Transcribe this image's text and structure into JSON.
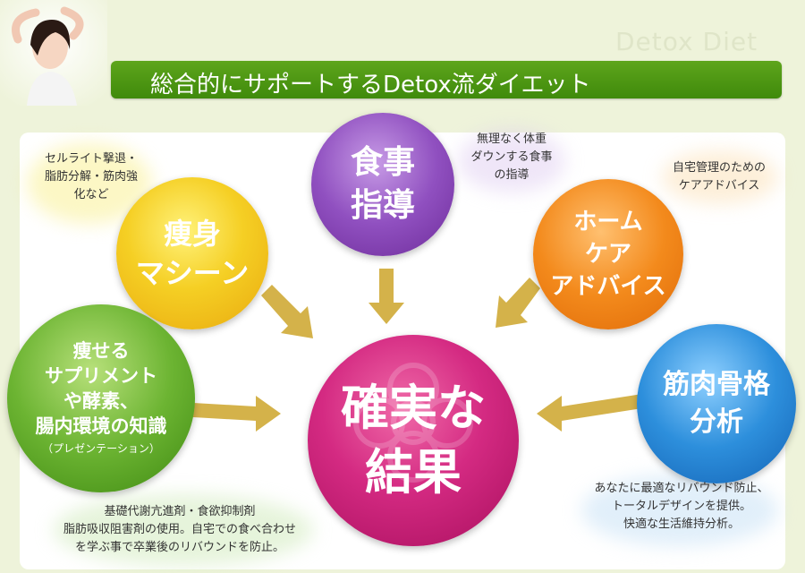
{
  "header": {
    "watermark": "Detox Diet",
    "title": "総合的にサポートするDetox流ダイエット"
  },
  "center": {
    "line1": "確実な",
    "line2": "結果"
  },
  "nodes": {
    "machine": {
      "line1": "痩身",
      "line2": "マシーン",
      "note": [
        "セルライト撃退・",
        "脂肪分解・筋肉強",
        "化など"
      ]
    },
    "diet": {
      "line1": "食事",
      "line2": "指導",
      "note": [
        "無理なく体重",
        "ダウンする食事",
        "の指導"
      ]
    },
    "home": {
      "line1": "ホーム",
      "line2": "ケア",
      "line3": "アドバイス",
      "note": [
        "自宅管理のための",
        "ケアアドバイス"
      ]
    },
    "supplement": {
      "line1": "痩せる",
      "line2": "サプリメント",
      "line3": "や酵素、",
      "line4": "腸内環境の知識",
      "sub": "（プレゼンテーション）",
      "note": [
        "基礎代謝亢進剤・食欲抑制剤",
        "脂肪吸収阻害剤の使用。自宅での食べ合わせ",
        "を学ぶ事で卒業後のリバウンドを防止。"
      ]
    },
    "muscle": {
      "line1": "筋肉骨格",
      "line2": "分析",
      "note": [
        "あなたに最適なリバウンド防止、",
        "トータルデザインを提供。",
        "快適な生活維持分析。"
      ]
    }
  },
  "colors": {
    "machine": "#f2c21a",
    "diet": "#8a44b6",
    "home": "#ee7a12",
    "supplement": "#5aa52a",
    "muscle": "#1f7fd0",
    "center": "#cc1f78",
    "arrow": "#d4b24a",
    "titlebar": "#4b961a"
  }
}
